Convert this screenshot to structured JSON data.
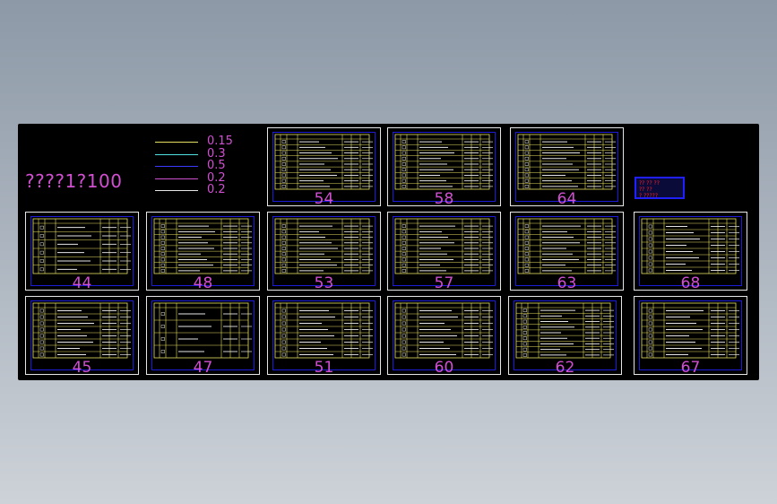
{
  "drawing": {
    "scale_label": "????1?100",
    "lineweights": [
      {
        "label": "0.15",
        "color": "#e6e060"
      },
      {
        "label": "0.3",
        "color": "#4fe0e0"
      },
      {
        "label": "0.5",
        "color": "#3a3aff"
      },
      {
        "label": "0.2",
        "color": "#d14fd1"
      },
      {
        "label": "0.2",
        "color": "#e6e6e6"
      }
    ],
    "sheets": [
      {
        "number": "54",
        "rows": 9
      },
      {
        "number": "58",
        "rows": 9
      },
      {
        "number": "64",
        "rows": 9
      },
      {
        "number": "44",
        "rows": 6
      },
      {
        "number": "48",
        "rows": 9
      },
      {
        "number": "53",
        "rows": 9
      },
      {
        "number": "57",
        "rows": 9
      },
      {
        "number": "63",
        "rows": 9
      },
      {
        "number": "68",
        "rows": 8
      },
      {
        "number": "45",
        "rows": 8
      },
      {
        "number": "47",
        "rows": 4
      },
      {
        "number": "51",
        "rows": 8
      },
      {
        "number": "60",
        "rows": 8
      },
      {
        "number": "62",
        "rows": 9
      },
      {
        "number": "67",
        "rows": 8
      }
    ],
    "stamp_lines": [
      "?? ?? ??",
      "?? ??",
      "? ?????"
    ],
    "colors": {
      "frame": "#e6e6e6",
      "table": "#e6e060",
      "border_blue": "#1b1bd8",
      "label": "#d14fd1",
      "stamp": "#ff2020"
    }
  }
}
